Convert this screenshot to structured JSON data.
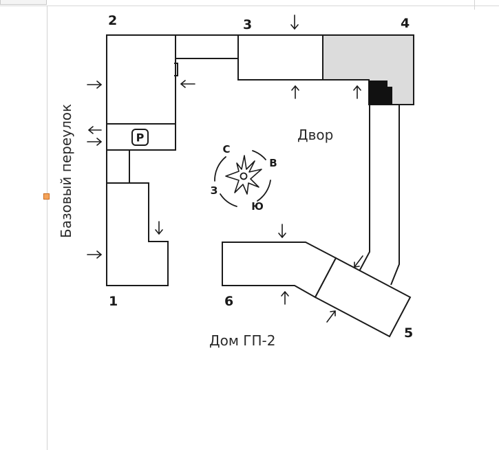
{
  "street_label": "Базовый переулок",
  "yard_label": "Двор",
  "house_label": "Дом ГП-2",
  "parking_label": "P",
  "building_numbers": [
    "1",
    "2",
    "3",
    "4",
    "5",
    "6"
  ],
  "compass": {
    "north": "С",
    "east": "В",
    "south": "Ю",
    "west": "З"
  },
  "colors": {
    "ink": "#1a1a1a",
    "shaded_section": "#dcdcdc",
    "dark_block": "#111111",
    "anchor_marker": "#f4a35a"
  }
}
